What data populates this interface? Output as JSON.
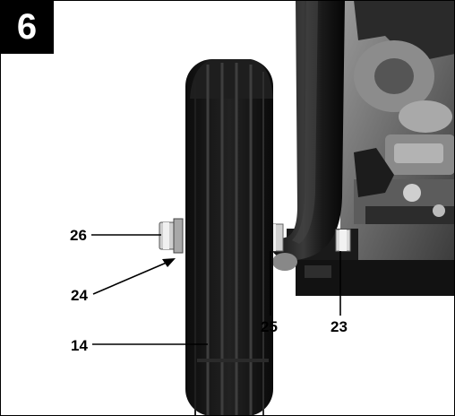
{
  "figure": {
    "step_number": "6",
    "callouts": {
      "c26": "26",
      "c24": "24",
      "c14": "14",
      "c25": "25",
      "c23": "23"
    }
  },
  "colors": {
    "background": "#ffffff",
    "badge": "#000000",
    "wheel": "#141414",
    "engine": "#6f6f6f"
  }
}
